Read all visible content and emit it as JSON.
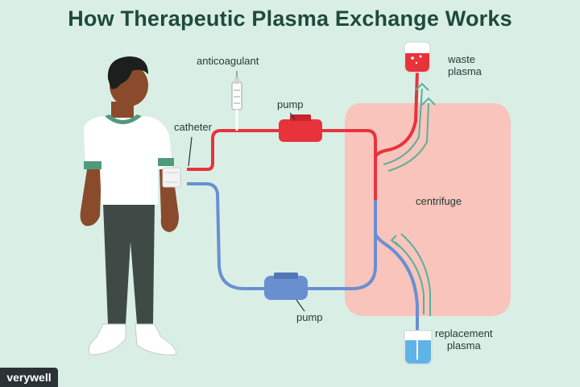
{
  "title": "How Therapeutic Plasma Exchange Works",
  "labels": {
    "anticoagulant": "anticoagulant",
    "catheter": "catheter",
    "pump_top": "pump",
    "pump_bottom": "pump",
    "waste_plasma_line1": "waste",
    "waste_plasma_line2": "plasma",
    "centrifuge": "centrifuge",
    "replacement_plasma_line1": "replacement",
    "replacement_plasma_line2": "plasma"
  },
  "logo": "verywell",
  "colors": {
    "background": "#d9efe6",
    "title": "#1f4a3c",
    "blood_red": "#e8333c",
    "return_blue": "#6a8fd0",
    "centrifuge": "#f8c4bb",
    "arrow_green": "#58b09a",
    "plasma_blue": "#5fb3e6"
  }
}
